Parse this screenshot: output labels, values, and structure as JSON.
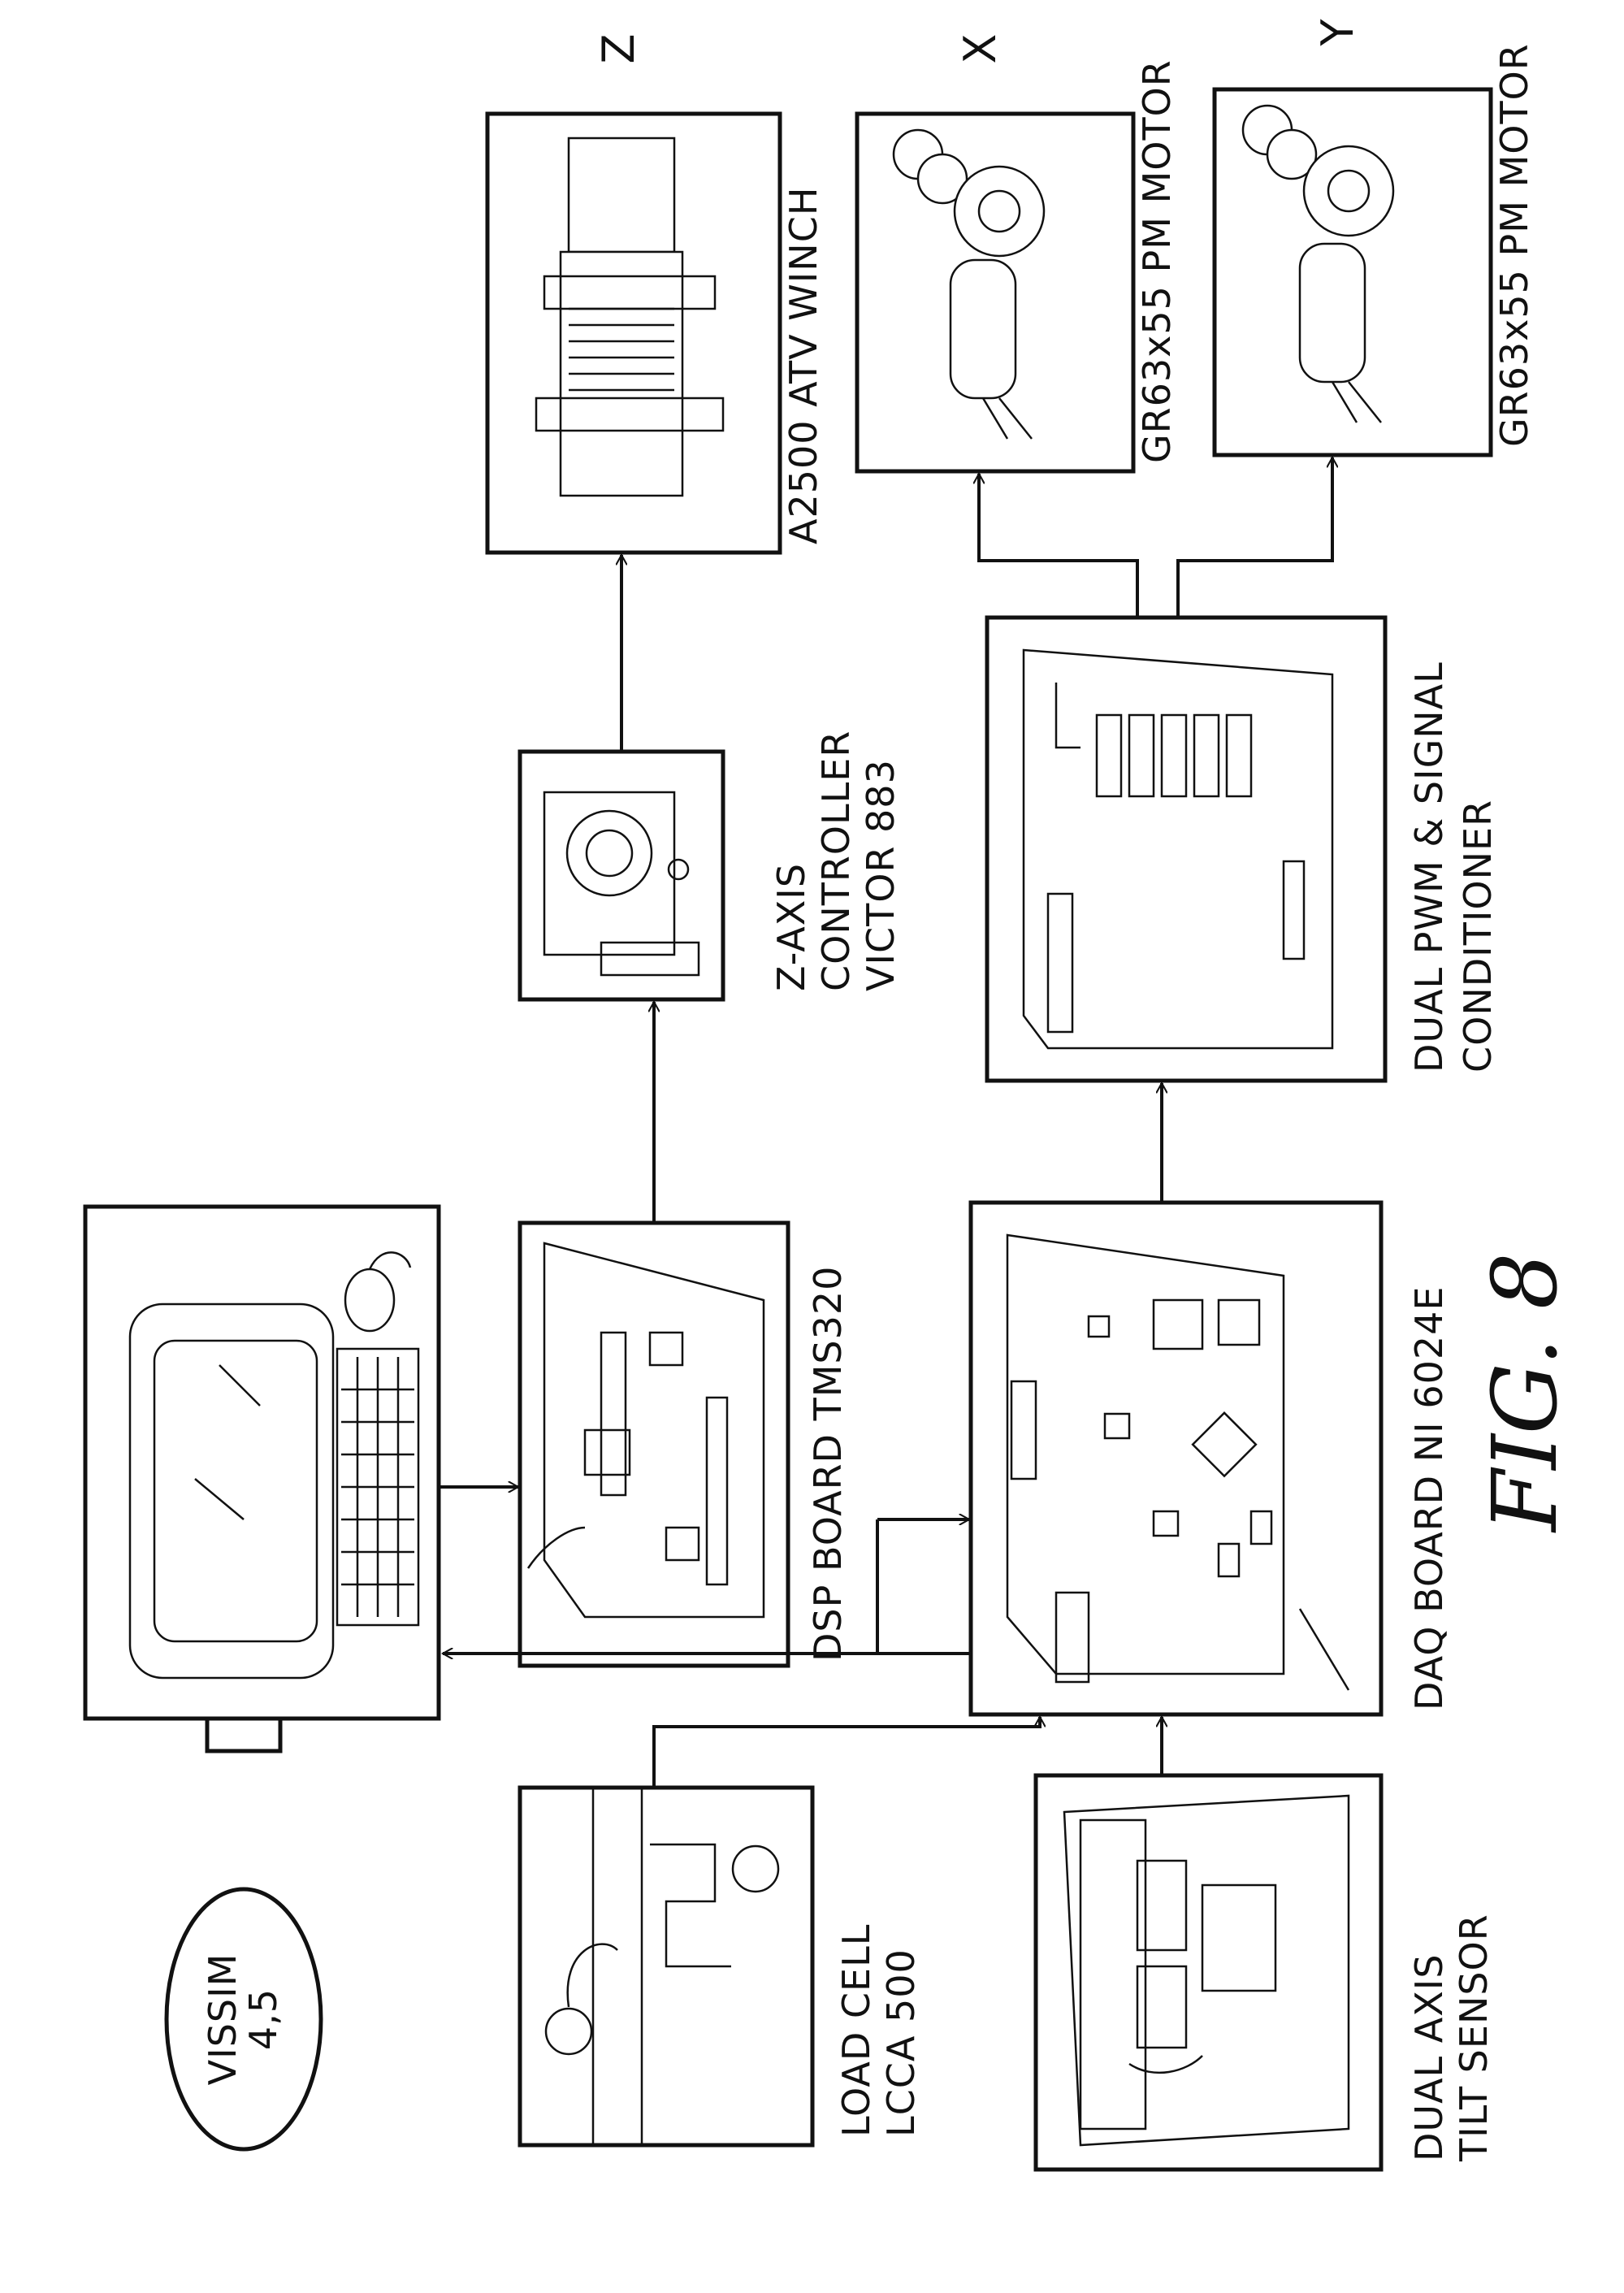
{
  "figure": {
    "label": "FIG. 8"
  },
  "blocks": {
    "vissim": {
      "line1": "VISSIM",
      "line2": "4,5"
    },
    "load_cell": {
      "line1": "LOAD CELL",
      "line2": "LCCA 500"
    },
    "tilt_sensor": {
      "line1": "DUAL AXIS",
      "line2": "TILT SENSOR"
    },
    "dsp_board": {
      "line1": "DSP BOARD TMS320"
    },
    "daq_board": {
      "line1": "DAQ BOARD NI 6024E"
    },
    "z_controller": {
      "line1": "Z-AXIS",
      "line2": "CONTROLLER",
      "line3": "VICTOR 883"
    },
    "pwm_conditioner": {
      "line1": "DUAL PWM & SIGNAL",
      "line2": "CONDITIONER"
    },
    "winch": {
      "line1": "A2500 ATV WINCH",
      "axis": "Z"
    },
    "motor_x": {
      "line1": "GR63x55 PM MOTOR",
      "axis": "X"
    },
    "motor_y": {
      "line1": "GR63x55 PM MOTOR",
      "axis": "Y"
    }
  }
}
